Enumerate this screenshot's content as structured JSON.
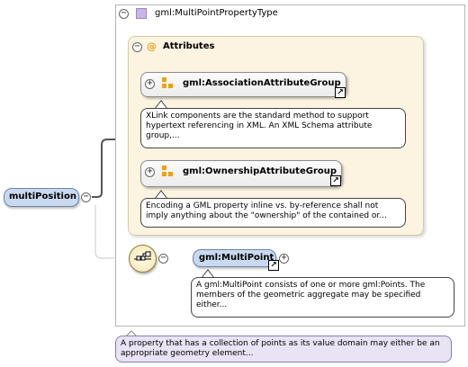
{
  "type_box": {
    "title": "gml:MultiPointPropertyType"
  },
  "attributes": {
    "title": "Attributes",
    "at_symbol": "@",
    "groups": [
      {
        "name": "gml:AssociationAttributeGroup",
        "doc": "XLink components are the standard method to support hypertext referencing in XML. An XML Schema attribute group,..."
      },
      {
        "name": "gml:OwnershipAttributeGroup",
        "doc": "Encoding a GML property inline vs. by-reference shall not imply anything about the \"ownership\" of the contained or..."
      }
    ]
  },
  "root_element": {
    "name": "multiPosition",
    "doc": "A property that has a collection of points as its value domain may either be an appropriate geometry element..."
  },
  "child_element": {
    "name": "gml:MultiPoint",
    "doc": "A gml:MultiPoint consists of one or more gml:Points. The members of the geometric aggregate may be specified either..."
  },
  "symbols": {
    "collapse": "−",
    "expand": "+",
    "jump": "↗"
  },
  "colors": {
    "element_fill": "#c9d9f0",
    "attributes_fill": "#fcf3e0",
    "type_icon": "#c8b7e6",
    "attr_icon": "#e7a21b",
    "connector": "#555555"
  }
}
